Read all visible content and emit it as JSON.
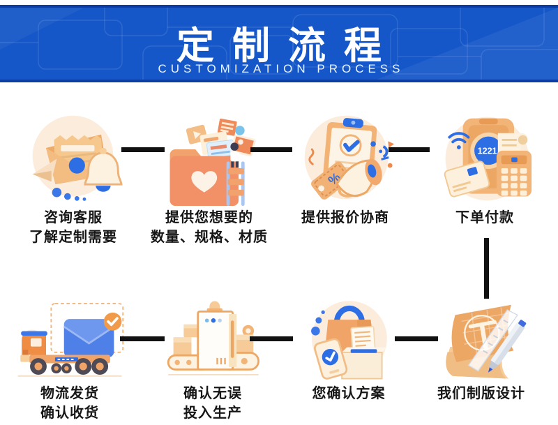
{
  "header": {
    "title": "定制流程",
    "subtitle": "CUSTOMIZATION PROCESS"
  },
  "colors": {
    "banner_blue": "#1557c8",
    "banner_edge_navy": "#0c3da5",
    "banner_text": "#ffffff",
    "connector_black": "#111111",
    "step_text": "#161616",
    "accent_blue": "#2e6ee5",
    "illustration_orange": "#f0a468",
    "illustration_peach_bg": "#fcecdc"
  },
  "flow": {
    "steps": [
      {
        "key": "consult-service",
        "icon": "envelope-bell-icon",
        "lines": [
          "咨询客服",
          "了解定制需要"
        ]
      },
      {
        "key": "provide-requirements",
        "icon": "folder-documents-icon",
        "lines": [
          "提供您想要的",
          "数量、规格、材质"
        ]
      },
      {
        "key": "quotation",
        "icon": "clipboard-megaphone-icon",
        "lines": [
          "提供报价协商"
        ],
        "tag_text": "%"
      },
      {
        "key": "order-payment",
        "icon": "phone-pos-icon",
        "lines": [
          "下单付款"
        ],
        "phone_display": "1221."
      },
      {
        "key": "plate-design",
        "icon": "blueprint-pen-icon",
        "lines": [
          "我们制版设计"
        ]
      },
      {
        "key": "confirm-plan",
        "icon": "shopping-bag-ballot-icon",
        "lines": [
          "您确认方案"
        ]
      },
      {
        "key": "production",
        "icon": "conveyor-machine-icon",
        "lines": [
          "确认无误",
          "投入生产"
        ]
      },
      {
        "key": "shipping",
        "icon": "delivery-truck-icon",
        "lines": [
          "物流发货",
          "确认收货"
        ]
      }
    ]
  }
}
